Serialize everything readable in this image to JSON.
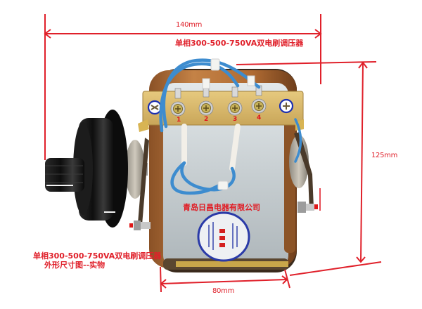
{
  "image": {
    "subject": "single-phase dual-brush voltage regulator (variac) product photo with dimension annotations",
    "title": "单相300-500-750VA双电刷调压器",
    "caption_lines": [
      "单相300-500-750VA双电刷调压器",
      "外形尺寸图--实物"
    ],
    "company_label": "青岛日昌电器有限公司",
    "dimensions": {
      "width": "140mm",
      "height": "125mm",
      "depth": "80mm"
    },
    "terminal_labels": [
      "1",
      "2",
      "3",
      "4"
    ],
    "colors": {
      "annotation_red": "#e0202a",
      "background": "#ffffff",
      "wire_blue": "#3f8fd0",
      "knob_black": "#141414",
      "terminal_board": "#d8b868",
      "coil_copper": "#b8743a",
      "body_grey": "#c9d0d3"
    }
  }
}
